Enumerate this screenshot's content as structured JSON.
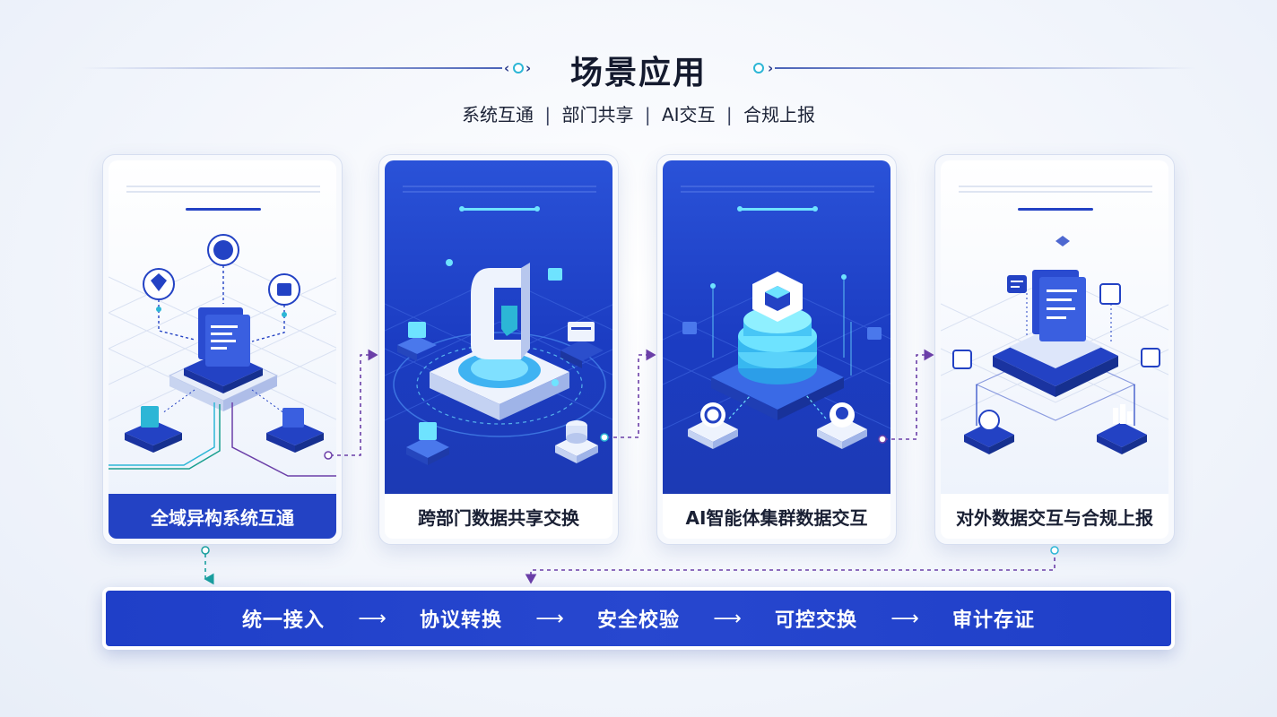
{
  "header": {
    "title": "场景应用",
    "subtitle_items": [
      "系统互通",
      "部门共享",
      "AI交互",
      "合规上报"
    ],
    "subtitle_separator": "|"
  },
  "cards": [
    {
      "label": "全域异构系统互通",
      "style": "light",
      "active": true
    },
    {
      "label": "跨部门数据共享交换",
      "style": "dark",
      "active": false
    },
    {
      "label": "AI智能体集群数据交互",
      "style": "dark",
      "active": false
    },
    {
      "label": "对外数据交互与合规上报",
      "style": "light",
      "active": false
    }
  ],
  "pipeline": {
    "steps": [
      "统一接入",
      "协议转换",
      "安全校验",
      "可控交换",
      "审计存证"
    ],
    "arrow": "⟶"
  },
  "colors": {
    "primary_blue": "#2342c4",
    "accent_cyan": "#2cb6d6",
    "connector_purple": "#6b3fa8",
    "text_dark": "#141a2e"
  },
  "icons": {
    "card1": "network-hub-icon",
    "card2": "shared-exchange-icon",
    "card3": "ai-cluster-icon",
    "card4": "compliance-report-icon"
  }
}
